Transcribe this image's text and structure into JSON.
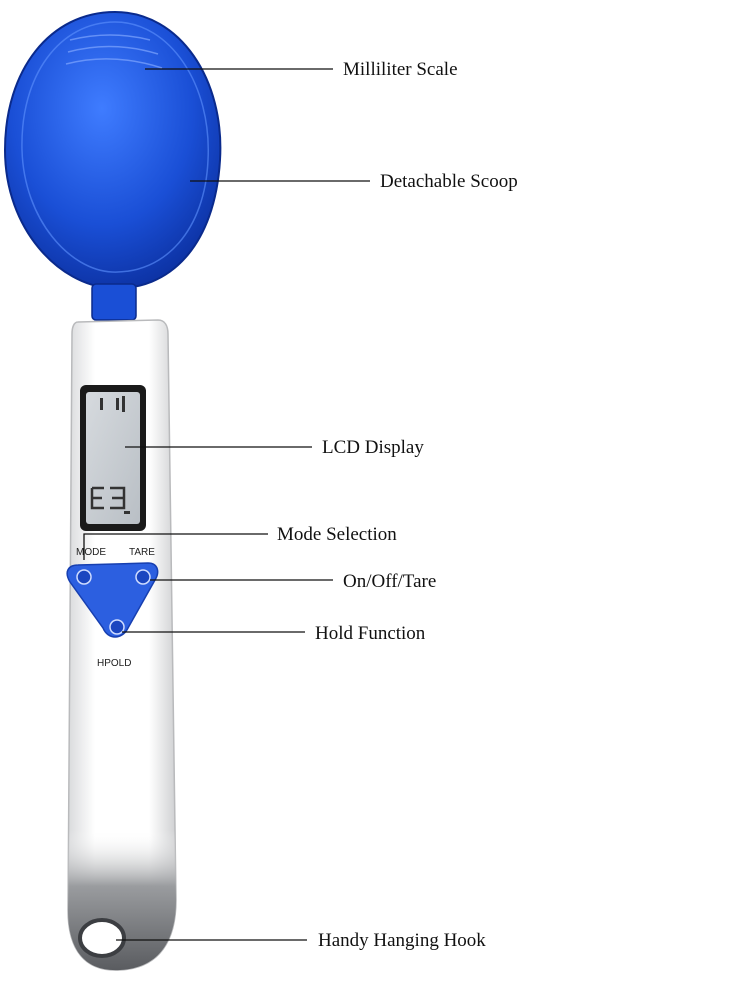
{
  "callouts": {
    "milliliter_scale": "Milliliter Scale",
    "detachable_scoop": "Detachable Scoop",
    "lcd_display": "LCD Display",
    "mode_selection": "Mode Selection",
    "on_off_tare": "On/Off/Tare",
    "hold_function": "Hold Function",
    "hanging_hook": "Handy Hanging Hook"
  },
  "button_labels": {
    "mode": "MODE",
    "tare": "TARE",
    "hold": "HPOLD"
  },
  "colors": {
    "scoop_blue": "#1a4fd6",
    "scoop_dark": "#0b2f9e",
    "button_blue": "#2c5fe0",
    "handle_white": "#f7f7f7",
    "lcd_screen": "#c9ced3",
    "leader_line": "#111111"
  }
}
